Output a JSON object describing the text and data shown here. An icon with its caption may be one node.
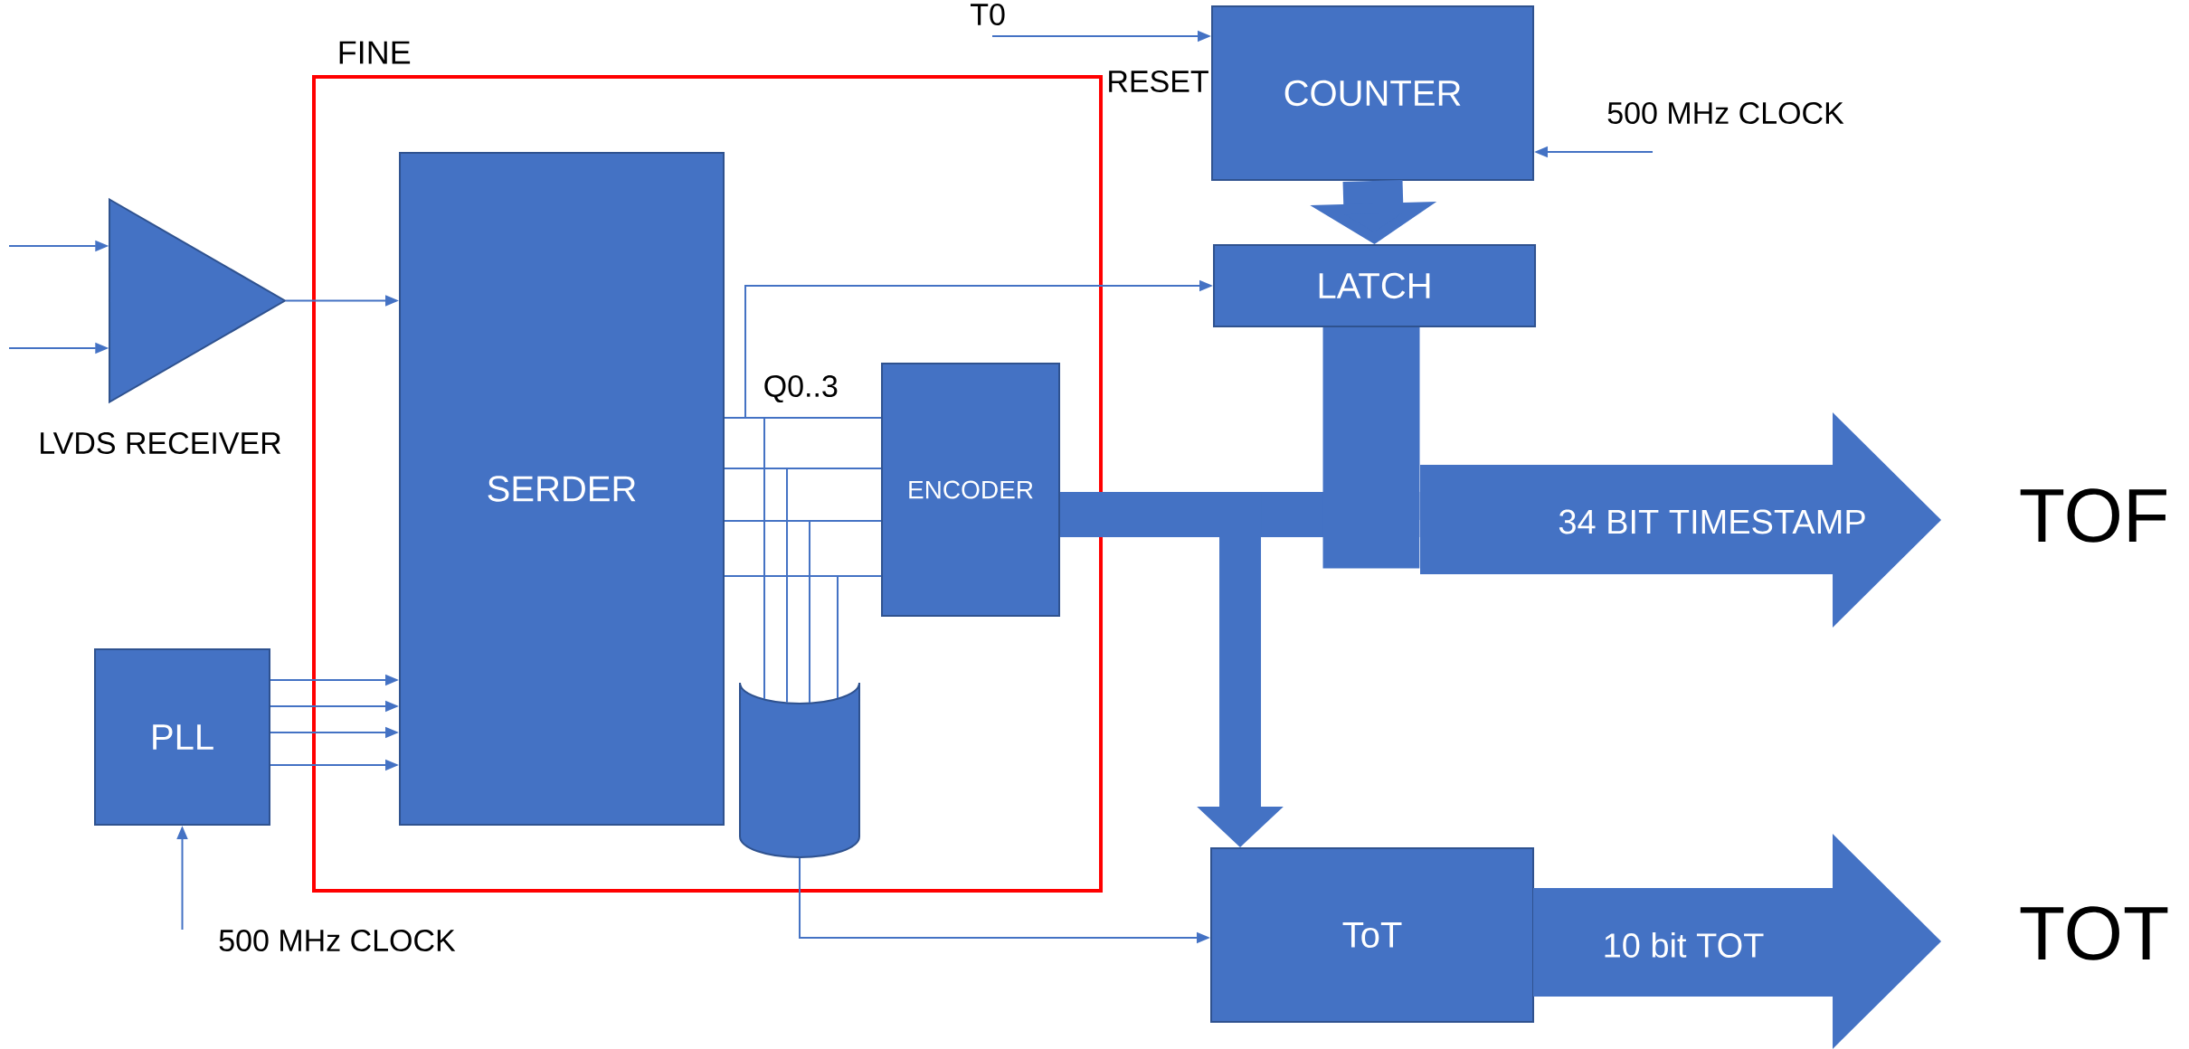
{
  "diagram": {
    "nodes": [
      {
        "text": [
          "FINE"
        ]
      },
      {
        "text": [
          "SERDER"
        ],
        "in": 0
      },
      {
        "text": [
          "ENCODER"
        ],
        "in": 0
      },
      {
        "text": [],
        "shape": "cylinder",
        "in": 0
      },
      {
        "text": [
          "LVDS RECEIVER"
        ]
      },
      {
        "text": [
          "PLL"
        ]
      },
      {
        "text": [
          "COUNTER"
        ],
        "beside": [
          "RESET"
        ]
      },
      {
        "text": [
          "LATCH"
        ]
      },
      {
        "text": [
          "ToT"
        ]
      },
      {
        "text": [
          "34 BIT TIMESTAMP"
        ],
        "beside": [
          "TOF"
        ]
      },
      {
        "text": [
          "10 bit TOT"
        ],
        "beside": [
          "TOT"
        ]
      }
    ],
    "edges": [
      {
        "from": null,
        "to": 4,
        "arrow": "to"
      },
      {
        "from": null,
        "to": 4,
        "arrow": "to"
      },
      {
        "from": 4,
        "to": 1,
        "arrow": "to"
      },
      {
        "from": 5,
        "to": 1,
        "arrow": "to"
      },
      {
        "from": 5,
        "to": 1,
        "arrow": "to"
      },
      {
        "from": 5,
        "to": 1,
        "arrow": "to"
      },
      {
        "from": 5,
        "to": 1,
        "arrow": "to"
      },
      {
        "from": null,
        "to": 5,
        "arrow": "to",
        "label": "500 MHz CLOCK"
      },
      {
        "from": null,
        "to": 6,
        "arrow": "to",
        "label": "T0"
      },
      {
        "from": null,
        "to": 6,
        "arrow": "to",
        "label": "500 MHz CLOCK"
      },
      {
        "from": 6,
        "to": 7,
        "arrow": "to",
        "style": "thick"
      },
      {
        "from": 1,
        "to": 2,
        "arrow": "none"
      },
      {
        "from": 1,
        "to": 2,
        "arrow": "none"
      },
      {
        "from": 1,
        "to": 2,
        "arrow": "none"
      },
      {
        "from": 1,
        "to": 2,
        "arrow": "none"
      },
      {
        "from": 1,
        "to": 3,
        "arrow": "none"
      },
      {
        "from": 1,
        "to": 3,
        "arrow": "none"
      },
      {
        "from": 1,
        "to": 3,
        "arrow": "none"
      },
      {
        "from": 1,
        "to": 3,
        "arrow": "none"
      },
      {
        "from": 1,
        "to": 7,
        "arrow": "to"
      },
      {
        "from": 3,
        "to": 8,
        "arrow": "to"
      },
      {
        "from": 2,
        "to": 9,
        "arrow": "none",
        "style": "thick"
      },
      {
        "from": 7,
        "to": 9,
        "arrow": "none",
        "style": "thick"
      },
      {
        "from": 2,
        "to": 8,
        "arrow": "to",
        "style": "thick"
      }
    ],
    "labels": [
      "Q0..3"
    ]
  }
}
